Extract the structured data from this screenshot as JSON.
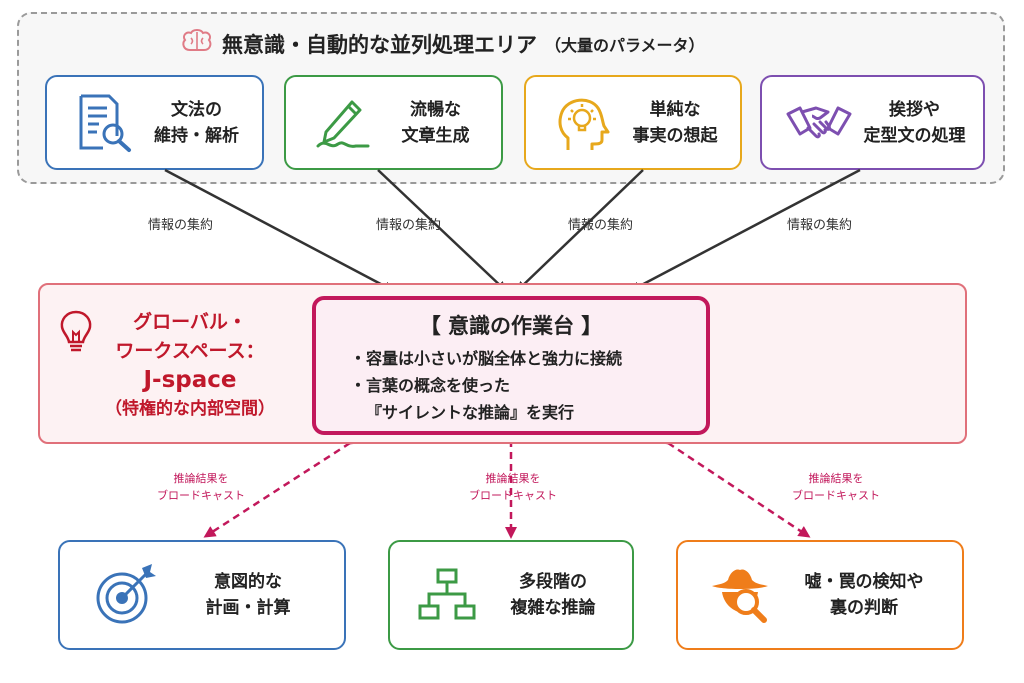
{
  "header": {
    "title": "無意識・自動的な並列処理エリア",
    "subtitle": "（大量のパラメータ）",
    "icon": "brain-icon"
  },
  "top_boxes": [
    {
      "line1": "文法の",
      "line2": "維持・解析",
      "icon": "document-search-icon",
      "color": "#3a73b8"
    },
    {
      "line1": "流暢な",
      "line2": "文章生成",
      "icon": "pen-icon",
      "color": "#3c9a45"
    },
    {
      "line1": "単純な",
      "line2": "事実の想起",
      "icon": "head-lightbulb-icon",
      "color": "#e7a81c"
    },
    {
      "line1": "挨拶や",
      "line2": "定型文の処理",
      "icon": "handshake-icon",
      "color": "#7d4fb0"
    }
  ],
  "aggregate_label": "情報の集約",
  "global_workspace": {
    "line1": "グローバル・",
    "line2": "ワークスペース：",
    "line3": "J-space",
    "line4": "（特権的な内部空間）",
    "icon": "lightbulb-icon",
    "color": "#c0182b"
  },
  "workbench": {
    "title": "【 意識の作業台 】",
    "line1": "・容量は小さいが脳全体と強力に接続",
    "line2": "・言葉の概念を使った",
    "line3": "『サイレントな推論』を実行",
    "color": "#c2185b"
  },
  "broadcast_label": {
    "line1": "推論結果を",
    "line2": "ブロードキャスト"
  },
  "bottom_boxes": [
    {
      "line1": "意図的な",
      "line2": "計画・計算",
      "icon": "target-icon",
      "color": "#3a73b8"
    },
    {
      "line1": "多段階の",
      "line2": "複雑な推論",
      "icon": "flowchart-icon",
      "color": "#3c9a45"
    },
    {
      "line1": "嘘・罠の検知や",
      "line2": "裏の判断",
      "icon": "detective-icon",
      "color": "#ef7d1a"
    }
  ]
}
